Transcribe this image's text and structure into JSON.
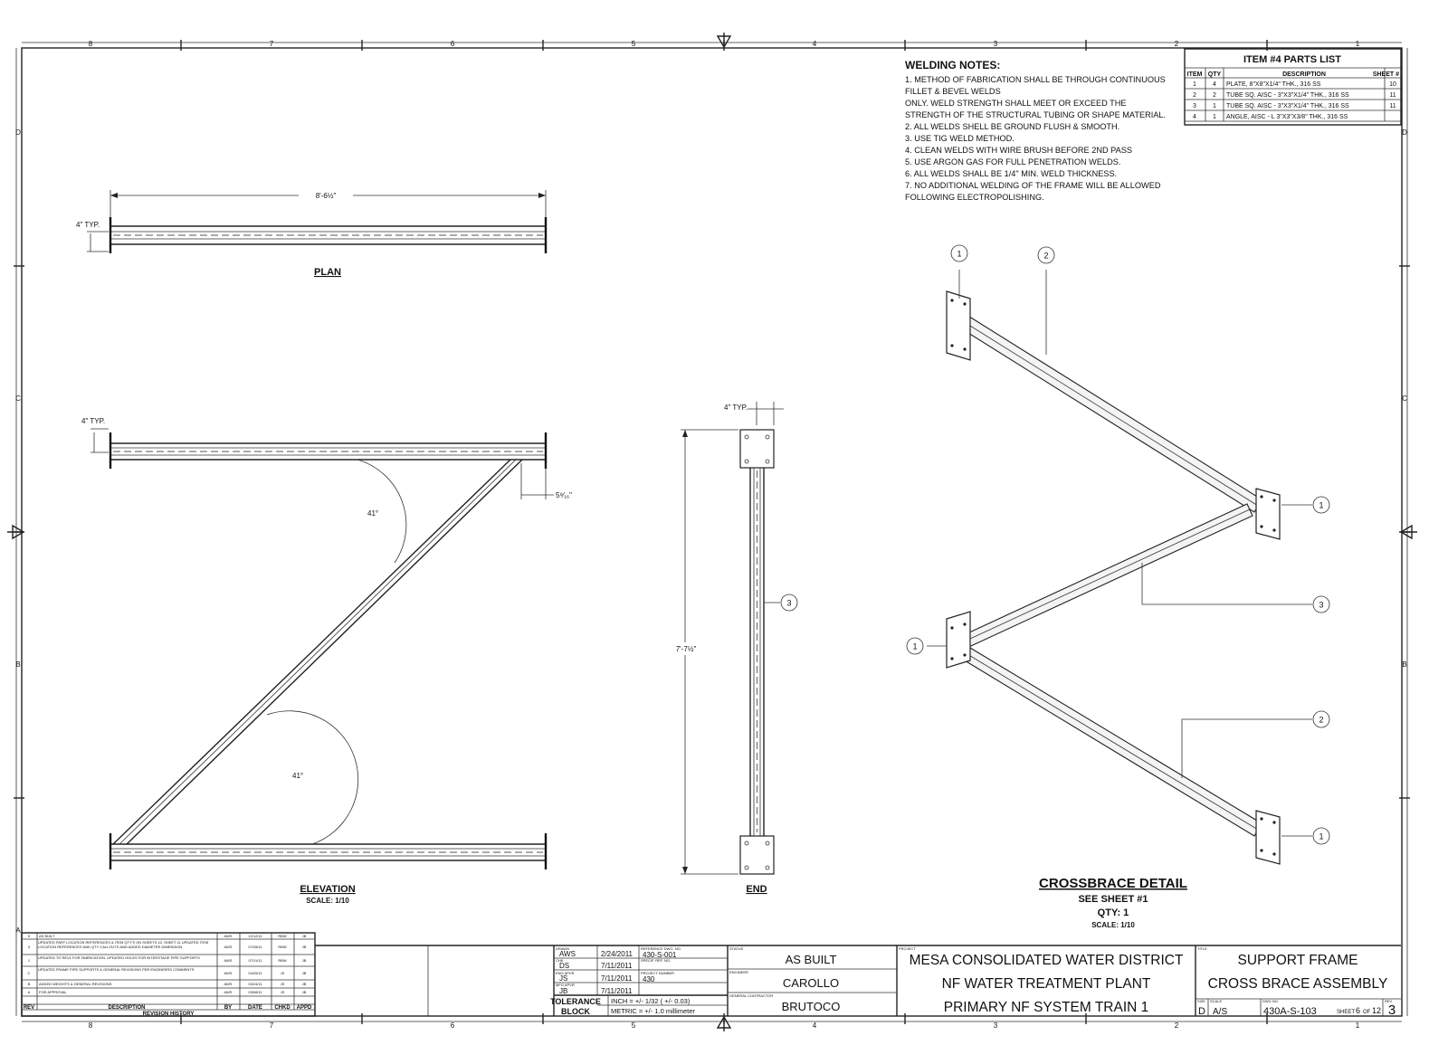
{
  "zones": {
    "columns": [
      "8",
      "7",
      "6",
      "5",
      "4",
      "3",
      "2",
      "1"
    ],
    "rows": [
      "D",
      "C",
      "B",
      "A"
    ]
  },
  "welding_notes": {
    "title": "WELDING NOTES:",
    "lines": [
      "1. METHOD OF FABRICATION SHALL BE THROUGH CONTINUOUS",
      "    FILLET & BEVEL WELDS",
      "    ONLY.  WELD STRENGTH SHALL MEET OR EXCEED THE",
      "    STRENGTH OF THE STRUCTURAL TUBING OR SHAPE MATERIAL.",
      "2. ALL WELDS SHELL BE GROUND FLUSH & SMOOTH.",
      "3. USE TIG WELD METHOD.",
      "4. CLEAN WELDS WITH WIRE BRUSH BEFORE 2ND PASS",
      "5. USE ARGON GAS FOR FULL PENETRATION WELDS.",
      "6. ALL WELDS SHALL BE 1/4\" MIN. WELD THICKNESS.",
      "7. NO ADDITIONAL WELDING OF THE FRAME WILL BE ALLOWED",
      "    FOLLOWING ELECTROPOLISHING."
    ]
  },
  "parts_list": {
    "title": "ITEM #4 PARTS LIST",
    "headers": [
      "ITEM",
      "QTY",
      "DESCRIPTION",
      "SHEET #"
    ],
    "rows": [
      [
        "1",
        "4",
        "PLATE, 8\"X8\"X1/4\" THK., 316 SS",
        "10"
      ],
      [
        "2",
        "2",
        "TUBE SQ. AISC - 3\"X3\"X1/4\" THK., 316 SS",
        "11"
      ],
      [
        "3",
        "1",
        "TUBE SQ. AISC - 3\"X3\"X1/4\" THK., 316 SS",
        "11"
      ],
      [
        "4",
        "1",
        "ANGLE, AISC - L 3\"X3\"X3/8\" THK., 316 SS",
        ""
      ]
    ]
  },
  "views": {
    "plan": {
      "label": "PLAN",
      "dim_length": "8'-6½\"",
      "dim_typ": "4\" TYP."
    },
    "elevation": {
      "label": "ELEVATION",
      "scale": "SCALE: 1/10",
      "dim_typ": "4\" TYP.",
      "angle_top": "41°",
      "angle_bottom": "41°",
      "offset": "5⁹⁄₁₆\""
    },
    "end": {
      "label": "END",
      "dim_typ": "4\" TYP.",
      "dim_height": "7'-7½\""
    },
    "crossbrace": {
      "label": "CROSSBRACE DETAIL",
      "see": "SEE SHEET #1",
      "qty": "QTY: 1",
      "scale": "SCALE: 1/10"
    }
  },
  "balloons": {
    "one": "1",
    "two": "2",
    "three": "3"
  },
  "revision_history": {
    "title": "REVISION HISTORY",
    "headers": [
      "REV",
      "DESCRIPTION",
      "BY",
      "DATE",
      "CHKD",
      "APPD"
    ],
    "rows": [
      [
        "5",
        "AS BUILT",
        "AWS",
        "12/12/11",
        "RBW",
        "JB"
      ],
      [
        "3",
        "UPDATED PART LOCATION REFERENCES & ITEM QTY'S ON SHEETS 10, SHEET 11 UPDATED ITEM LOCATION REFERENCES AND QTY CALLOUTS AND ADDED DIAMETER DIMENSION",
        "AWS",
        "07/28/11",
        "RBW",
        "JB"
      ],
      [
        "1",
        "UPDATED TO REV1 FOR FABRICATION, UPDATED HOLES FOR INTERSTAGE PIPE SUPPORTS",
        "AWS",
        "07/11/11",
        "RBW",
        "JB"
      ],
      [
        "C",
        "UPDATED FRAME PIPE SUPPORTS & GENERAL REVISIONS PER ENGINEERS COMMENTS",
        "AWS",
        "04/25/11",
        "JS",
        "JB"
      ],
      [
        "B",
        "ADDED WEIGHTS & GENERAL REVISIONS",
        "AWS",
        "03/24/11",
        "JS",
        "JB"
      ],
      [
        "A",
        "FOR APPROVAL",
        "AWS",
        "03/08/11",
        "JS",
        "JB"
      ]
    ]
  },
  "title_block": {
    "drawn_label": "DRAWN",
    "drawn_by": "AWS",
    "drawn_date": "2/24/2011",
    "checked_label": "CHK",
    "checked_by": "DS",
    "checked_date": "7/11/2011",
    "eng_label": "ENG APVR",
    "eng_by": "JS",
    "eng_date": "7/11/2011",
    "mfg_label": "MFG APVR",
    "mfg_by": "JB",
    "mfg_date": "7/11/2011",
    "reference_label": "REFERENCE DWG. NO.",
    "reference": "430-S-001",
    "spec_label": "SPECIF. REF. NO.",
    "project_no_label": "PROJECT NUMBER",
    "project_no": "430",
    "tolerance_label_1": "TOLERANCE",
    "tolerance_label_2": "BLOCK",
    "tolerance_inch": "INCH = +/- 1/32 ( +/- 0.03)",
    "tolerance_metric": "METRIC = +/- 1.0 millimeter",
    "status_label": "STATUS",
    "status": "AS BUILT",
    "engineer_label": "ENGINEER",
    "engineer": "CAROLLO",
    "contractor_label": "GENERAL CONTRACTOR",
    "contractor": "BRUTOCO",
    "project_label": "PROJECT",
    "project_line1": "MESA CONSOLIDATED WATER DISTRICT",
    "project_line2": "NF WATER TREATMENT PLANT",
    "project_line3": "PRIMARY NF SYSTEM TRAIN 1",
    "title_label": "TITLE",
    "title_line1": "SUPPORT FRAME",
    "title_line2": "CROSS BRACE ASSEMBLY",
    "size_label": "SIZE",
    "size": "D",
    "scale_label": "SCALE",
    "scale": "A/S",
    "dwg_label": "DWG NO.",
    "dwg_no": "430A-S-103",
    "sheet_prefix": "SHEET",
    "sheet_no": "6",
    "sheet_of": "OF",
    "sheet_total": "12",
    "rev_label": "REV",
    "rev": "3"
  }
}
